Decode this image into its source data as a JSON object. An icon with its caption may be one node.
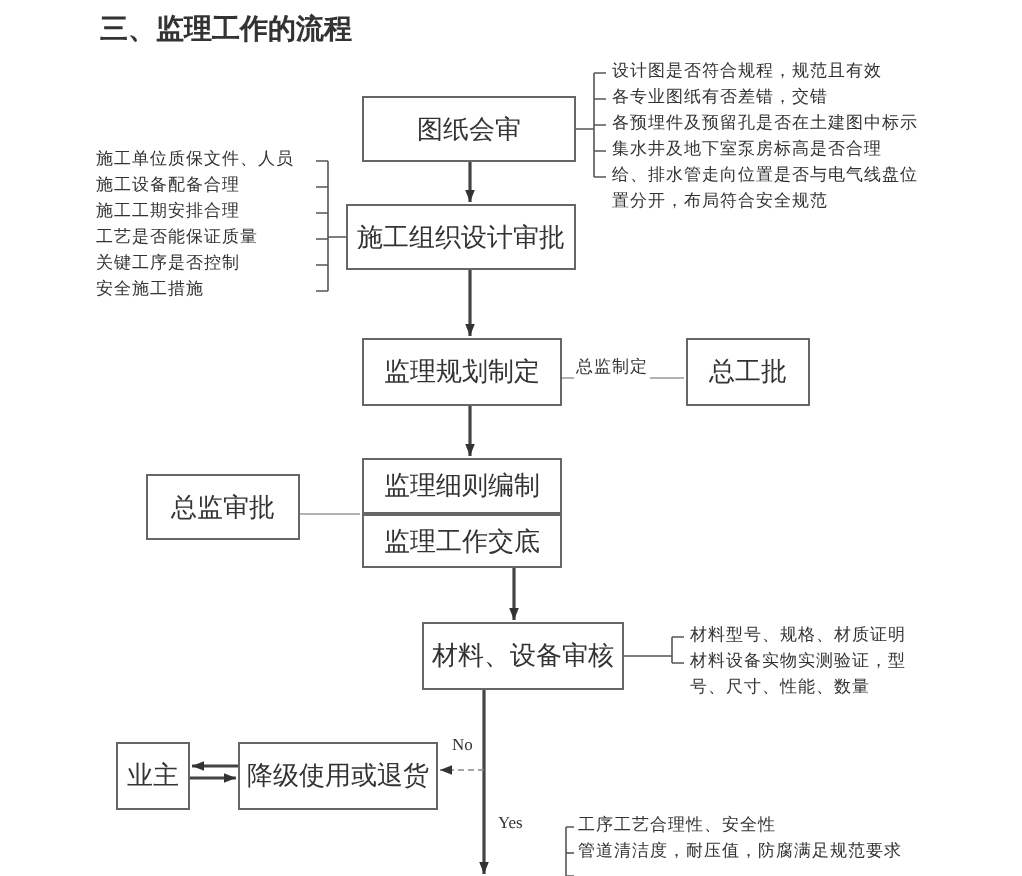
{
  "diagram": {
    "title": "三、监理工作的流程",
    "nodes": [
      {
        "text": [
          "图纸会审"
        ],
        "beside": [
          "设计图是否符合规程，规范且有效",
          "各专业图纸有否差错，交错",
          "各预埋件及预留孔是否在土建图中标示",
          "集水井及地下室泵房标高是否合理",
          "给、排水管走向位置是否与电气线盘位置分开，布局符合安全规范"
        ]
      },
      {
        "text": [
          "施工组织设计审批"
        ],
        "beside": [
          "施工单位质保文件、人员",
          "施工设备配备合理",
          "施工工期安排合理",
          "工艺是否能保证质量",
          "关键工序是否控制",
          "安全施工措施"
        ]
      },
      {
        "text": [
          "监理规划制定"
        ]
      },
      {
        "text": [
          "总工批"
        ]
      },
      {
        "text": [
          "总监审批"
        ]
      },
      {
        "text": [
          "监理细则编制"
        ]
      },
      {
        "text": [
          "监理工作交底"
        ]
      },
      {
        "text": [
          "材料、设备审核"
        ],
        "beside": [
          "材料型号、规格、材质证明",
          "材料设备实物实测验证，型号、尺寸、性能、数量"
        ]
      },
      {
        "text": [
          "降级使用或退货"
        ]
      },
      {
        "text": [
          "业主"
        ]
      }
    ],
    "edges": [
      {
        "from": 0,
        "to": 1,
        "arrow": "to"
      },
      {
        "from": 1,
        "to": 2,
        "arrow": "to"
      },
      {
        "from": 2,
        "to": 3,
        "arrow": "none",
        "label": "总监制定",
        "color": "#999999"
      },
      {
        "from": 2,
        "to": 5,
        "arrow": "to"
      },
      {
        "from": 4,
        "to": 5,
        "arrow": "none",
        "color": "#999999"
      },
      {
        "from": 6,
        "to": 7,
        "arrow": "to"
      },
      {
        "from": 7,
        "to": null,
        "arrow": "to",
        "label": "Yes"
      },
      {
        "from": null,
        "to": 8,
        "arrow": "to",
        "label": "No",
        "style": "dashed"
      },
      {
        "from": 8,
        "to": 9,
        "arrow": "to"
      },
      {
        "from": 9,
        "to": 8,
        "arrow": "to"
      }
    ],
    "labels": [
      "工序工艺合理性、安全性",
      "管道清洁度，耐压值，防腐满足规范要求"
    ]
  }
}
